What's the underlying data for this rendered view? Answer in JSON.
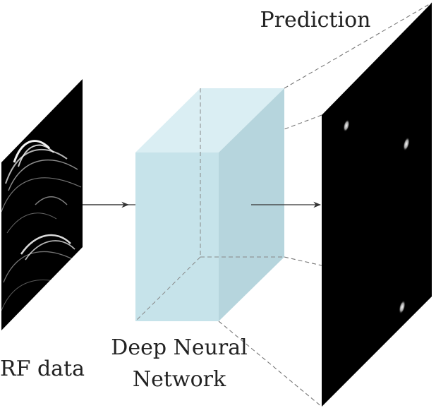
{
  "labels": {
    "prediction": "Prediction",
    "rf_data": "RF data",
    "network_line1": "Deep Neural",
    "network_line2": "Network"
  },
  "colors": {
    "box_front": "#c6e3ea",
    "box_side": "#b6d5dd",
    "box_top": "#d8edf2",
    "panel": "#000000",
    "echo": "#ffffff",
    "arrow": "#333333",
    "dashed": "#777777",
    "text": "#222222"
  }
}
